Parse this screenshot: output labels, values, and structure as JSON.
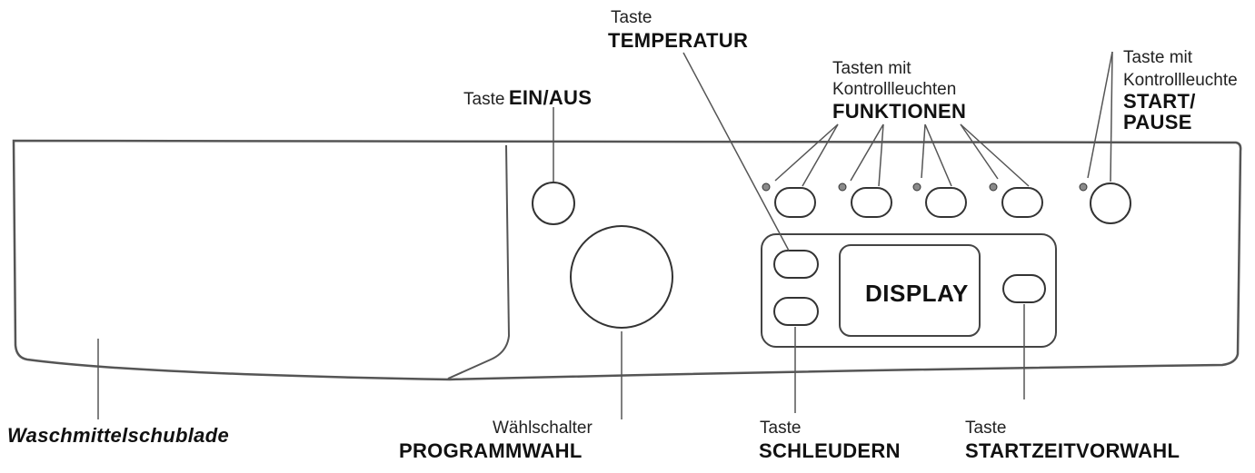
{
  "labels": {
    "ein_aus": {
      "prefix": "Taste",
      "name": "EIN/AUS"
    },
    "temperatur": {
      "prefix": "Taste",
      "name": "TEMPERATUR"
    },
    "funktionen": {
      "line1": "Tasten mit",
      "line2": "Kontrollleuchten",
      "name": "FUNKTIONEN"
    },
    "start_pause": {
      "line1": "Taste mit",
      "line2": "Kontrollleuchte",
      "name1": "START/",
      "name2": "PAUSE"
    },
    "display": "DISPLAY",
    "waschmittel": "Waschmittelschublade",
    "programmwahl": {
      "prefix": "Wählschalter",
      "name": "PROGRAMMWAHL"
    },
    "schleudern": {
      "prefix": "Taste",
      "name": "SCHLEUDERN"
    },
    "startzeit": {
      "prefix": "Taste",
      "name": "STARTZEITVORWAHL"
    }
  },
  "colors": {
    "line": "#555555",
    "led": "#8a8a8a",
    "text": "#111111"
  }
}
